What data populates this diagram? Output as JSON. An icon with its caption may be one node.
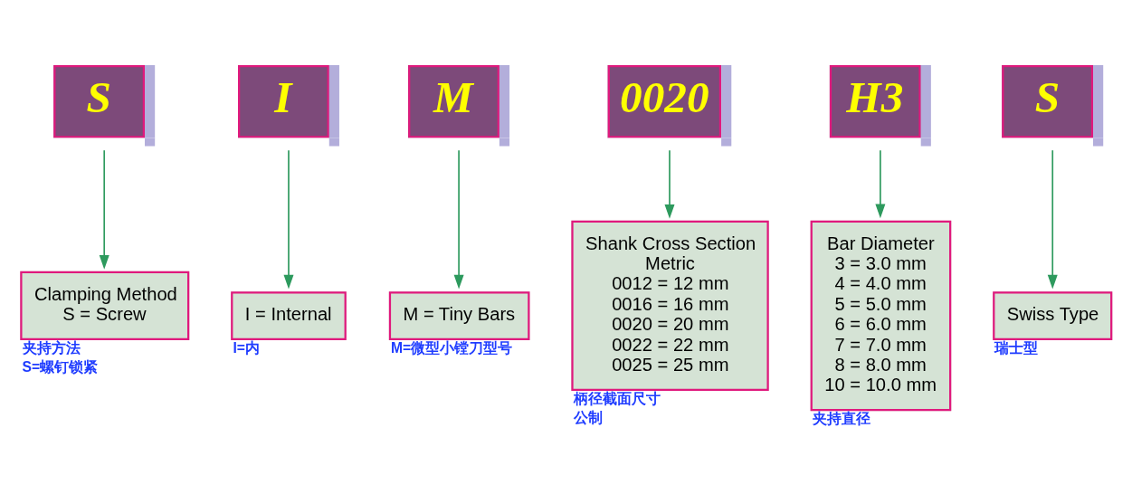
{
  "diagram": {
    "nodes": [
      {
        "text": [
          "S"
        ]
      },
      {
        "text": [
          "I"
        ]
      },
      {
        "text": [
          "M"
        ]
      },
      {
        "text": [
          "0020"
        ]
      },
      {
        "text": [
          "H3"
        ]
      },
      {
        "text": [
          "S"
        ]
      },
      {
        "text": [
          "Clamping Method",
          "S = Screw"
        ],
        "beside": [
          "夹持方法",
          "S=螺钉锁紧"
        ]
      },
      {
        "text": [
          "I = Internal"
        ],
        "beside": [
          "I=内"
        ]
      },
      {
        "text": [
          "M = Tiny Bars"
        ],
        "beside": [
          "M=微型小镗刀型号"
        ]
      },
      {
        "text": [
          "Shank Cross Section",
          "Metric",
          "0012 = 12 mm",
          "0016 = 16 mm",
          "0020 = 20 mm",
          "0022 = 22 mm",
          "0025 = 25 mm"
        ],
        "beside": [
          "柄径截面尺寸",
          "公制"
        ]
      },
      {
        "text": [
          "Bar Diameter",
          "3 = 3.0 mm",
          "4 = 4.0 mm",
          "5 = 5.0 mm",
          "6 = 6.0 mm",
          "7 = 7.0 mm",
          "8 = 8.0 mm",
          "10 = 10.0 mm"
        ],
        "beside": [
          "夹持直径"
        ]
      },
      {
        "text": [
          "Swiss Type"
        ],
        "beside": [
          "瑞士型"
        ]
      }
    ],
    "edges": [
      {
        "from": 0,
        "to": 6,
        "arrow": "to"
      },
      {
        "from": 1,
        "to": 7,
        "arrow": "to"
      },
      {
        "from": 2,
        "to": 8,
        "arrow": "to"
      },
      {
        "from": 3,
        "to": 9,
        "arrow": "to"
      },
      {
        "from": 4,
        "to": 10,
        "arrow": "to"
      },
      {
        "from": 5,
        "to": 11,
        "arrow": "to"
      }
    ]
  }
}
